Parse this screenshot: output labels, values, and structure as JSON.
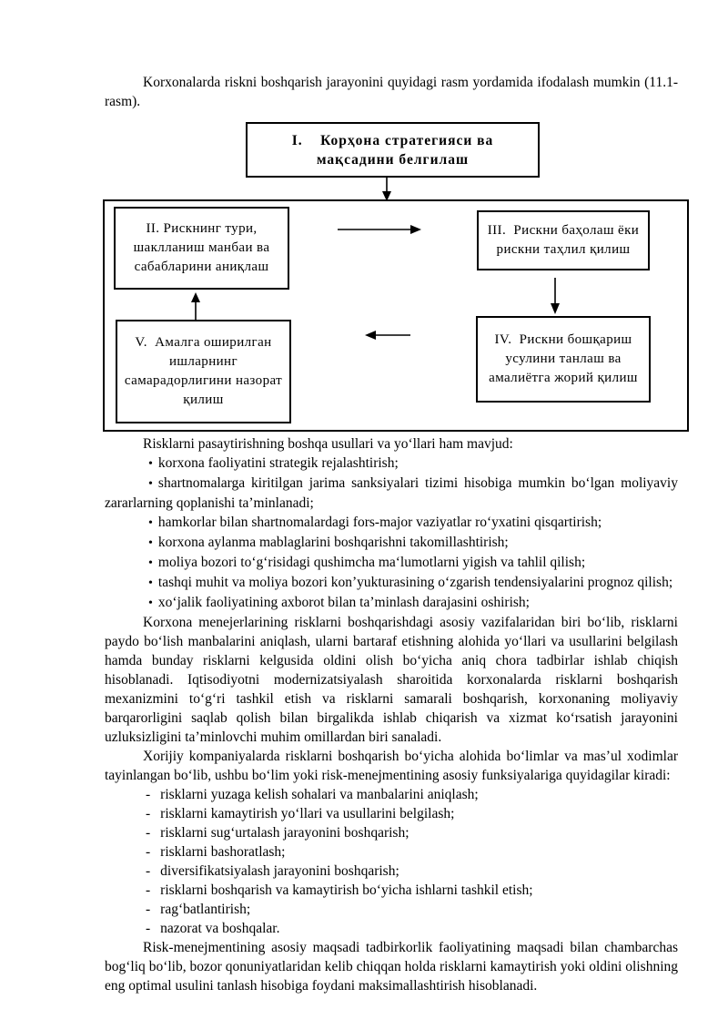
{
  "glyphs": {
    "bullet": "•",
    "dash": "-"
  },
  "intro": {
    "text": "Korxonalarda riskni boshqarish jarayonini quyidagi rasm yordamida ifodalash mumkin (11.1-rasm)."
  },
  "diagram": {
    "box_i": "I.    Корҳона стратегияси ва мақсадини белгилаш",
    "box_ii": "II. Рискнинг тури, шаклланиш манбаи ва сабабларини аниқлаш",
    "box_iii": "III.  Рискни баҳолаш ёки рискни таҳлил қилиш",
    "box_iv": "IV.  Рискни бошқариш усулини танлаш ва амалиётга жорий қилиш",
    "box_v": "V.  Амалга оширилган ишларнинг самарадорлигини назорат қилиш"
  },
  "body": {
    "list_intro": "Risklarni pasaytirishning boshqa usullari va yo‘llari ham mavjud:",
    "bullets": [
      "korxona faoliyatini strategik rejalashtirish;",
      "shartnomalarga kiritilgan jarima sanksiyalari tizimi hisobiga mumkin bo‘lgan moliyaviy zararlarning qoplanishi ta’minlanadi;",
      "hamkorlar bilan shartnomalardagi fors-major vaziyatlar ro‘yxatini qisqartirish;",
      "korxona aylanma mablaglarini boshqarishni takomillashtirish;",
      "moliya bozori to‘g‘risidagi qushimcha ma‘lumotlarni yigish va tahlil qilish;",
      "tashqi muhit va moliya bozori kon’yukturasining o‘zgarish tendensiyalarini prognoz qilish;",
      "xo‘jalik faoliyatining axborot bilan ta’minlash darajasini oshirish;"
    ],
    "para_managers": "Korxona menejerlarining risklarni boshqarishdagi asosiy vazifalaridan biri bo‘lib, risklarni paydo bo‘lish manbalarini aniqlash, ularni bartaraf etishning alohida yo‘llari va usullarini belgilash hamda bunday risklarni kelgusida oldini olish bo‘yicha aniq chora tadbirlar ishlab chiqish hisoblanadi. Iqtisodiyotni modernizatsiyalash sharoitida korxonalarda risklarni boshqarish mexanizmini to‘g‘ri tashkil etish va risklarni samarali boshqarish, korxonaning moliyaviy barqarorligini saqlab qolish bilan birgalikda ishlab chiqarish va xizmat ko‘rsatish jarayonini uzluksizligini ta’minlovchi muhim omillardan biri sanaladi.",
    "para_foreign": "Xorijiy kompaniyalarda risklarni boshqarish bo‘yicha alohida bo‘limlar va mas’ul xodimlar tayinlangan bo‘lib, ushbu bo‘lim yoki risk-menejmentining asosiy funksiyalariga quyidagilar kiradi:",
    "dash_items": [
      "risklarni yuzaga kelish sohalari va manbalarini aniqlash;",
      "risklarni kamaytirish yo‘llari va usullarini belgilash;",
      "risklarni sug‘urtalash jarayonini boshqarish;",
      "risklarni bashoratlash;",
      "diversifikatsiyalash jarayonini boshqarish;",
      "risklarni boshqarish va kamaytirish bo‘yicha ishlarni tashkil etish;",
      "rag‘batlantirish;",
      "nazorat va boshqalar."
    ],
    "para_final": "Risk-menejmentining asosiy maqsadi tadbirkorlik faoliyatining maqsadi bilan chambarchas bog‘liq bo‘lib, bozor qonuniyatlaridan kelib chiqqan holda risklarni kamaytirish yoki oldini olishning eng optimal usulini tanlash hisobiga foydani maksimallashtirish hisoblanadi."
  }
}
